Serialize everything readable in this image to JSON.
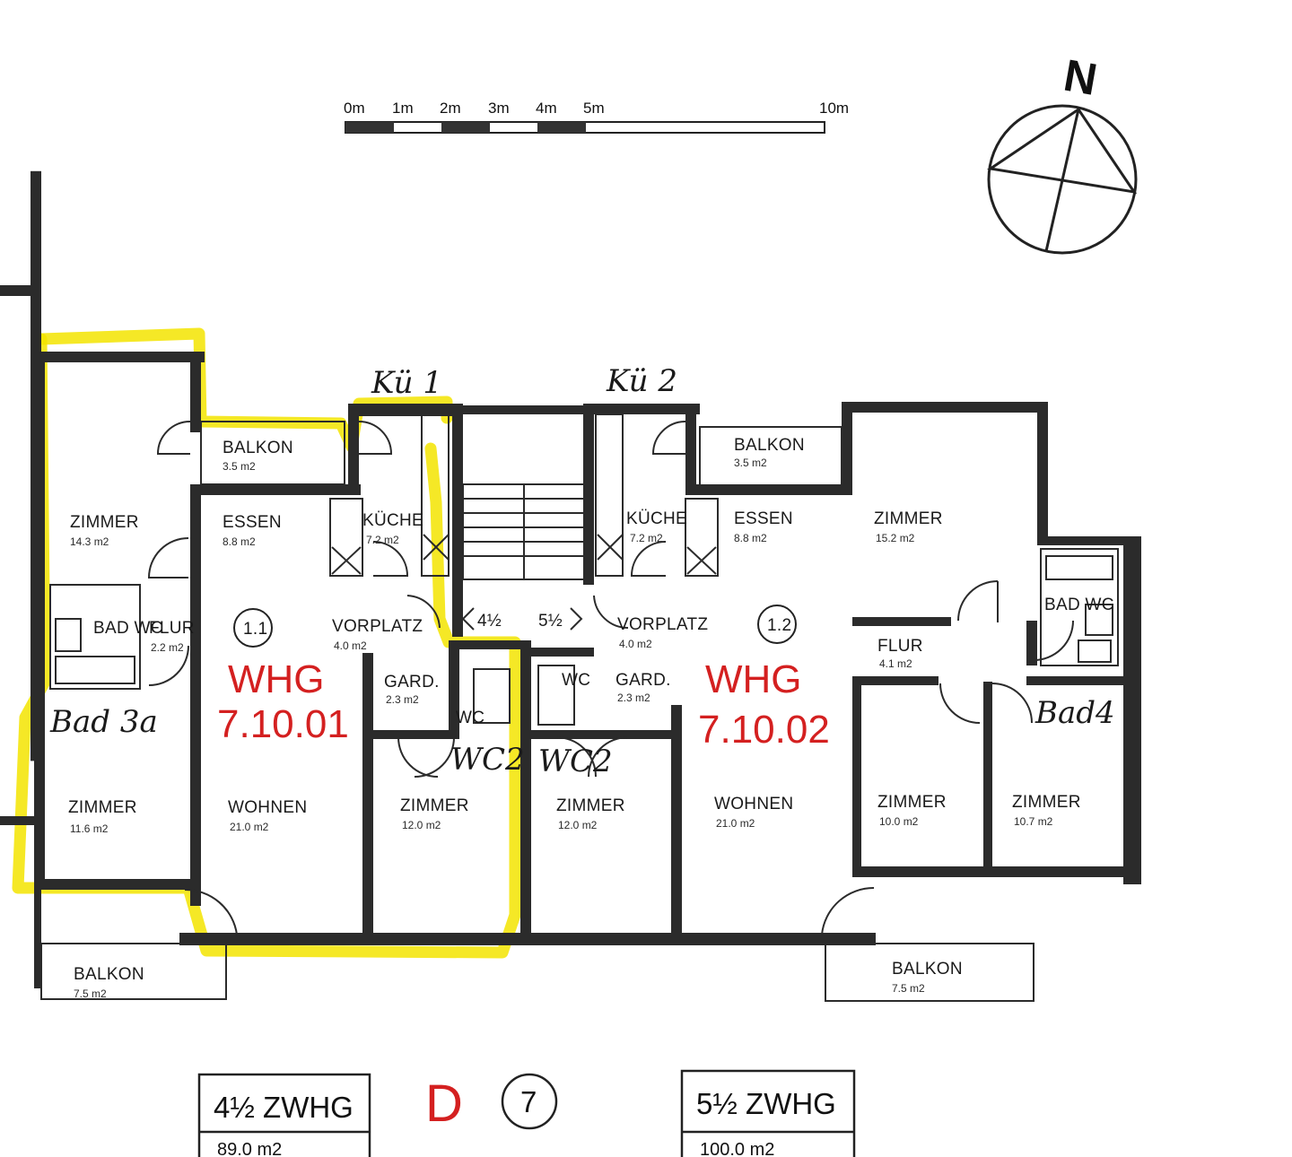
{
  "scale_bar": {
    "ticks": [
      "0m",
      "1m",
      "2m",
      "3m",
      "4m",
      "5m",
      "10m"
    ]
  },
  "north": {
    "label": "N"
  },
  "handwritten": {
    "kitchen_1": "Kü 1",
    "kitchen_2": "Kü 2",
    "bath_3a": "Bad 3a",
    "bath_4": "Bad4",
    "wc2_left": "WC2",
    "wc2_right": "WC2"
  },
  "units": {
    "left": {
      "number": "1.1",
      "red_tag_line1": "WHG",
      "red_tag_line2": "7.10.01",
      "rooms": {
        "zimmer_top": {
          "name": "ZIMMER",
          "area": "14.3 m2"
        },
        "balkon_top": {
          "name": "BALKON",
          "area": "3.5 m2"
        },
        "essen": {
          "name": "ESSEN",
          "area": "8.8 m2"
        },
        "kueche": {
          "name": "KÜCHE",
          "area": "7.2 m2"
        },
        "bad": {
          "name": "BAD WC"
        },
        "flur": {
          "name": "FLUR",
          "area": "2.2 m2"
        },
        "vorplatz": {
          "name": "VORPLATZ",
          "area": "4.0 m2"
        },
        "gard": {
          "name": "GARD.",
          "area": "2.3 m2"
        },
        "wc": {
          "name": "WC"
        },
        "zimmer_bottom": {
          "name": "ZIMMER",
          "area": "11.6 m2"
        },
        "wohnen": {
          "name": "WOHNEN",
          "area": "21.0 m2"
        },
        "zimmer_mid": {
          "name": "ZIMMER",
          "area": "12.0 m2"
        },
        "balkon_bottom": {
          "name": "BALKON",
          "area": "7.5 m2"
        }
      }
    },
    "right": {
      "number": "1.2",
      "red_tag_line1": "WHG",
      "red_tag_line2": "7.10.02",
      "rooms": {
        "balkon_top": {
          "name": "BALKON",
          "area": "3.5 m2"
        },
        "kueche": {
          "name": "KÜCHE",
          "area": "7.2 m2"
        },
        "essen": {
          "name": "ESSEN",
          "area": "8.8 m2"
        },
        "zimmer_top": {
          "name": "ZIMMER",
          "area": "15.2 m2"
        },
        "vorplatz": {
          "name": "VORPLATZ",
          "area": "4.0 m2"
        },
        "bad": {
          "name": "BAD WC"
        },
        "flur": {
          "name": "FLUR",
          "area": "4.1 m2"
        },
        "wc": {
          "name": "WC"
        },
        "gard": {
          "name": "GARD.",
          "area": "2.3 m2"
        },
        "zimmer_mid": {
          "name": "ZIMMER",
          "area": "12.0 m2"
        },
        "wohnen": {
          "name": "WOHNEN",
          "area": "21.0 m2"
        },
        "zimmer_a": {
          "name": "ZIMMER",
          "area": "10.0 m2"
        },
        "zimmer_b": {
          "name": "ZIMMER",
          "area": "10.7 m2"
        },
        "balkon_bottom": {
          "name": "BALKON",
          "area": "7.5 m2"
        }
      }
    }
  },
  "stair": {
    "left_mark": "4½",
    "right_mark": "5½"
  },
  "legend": {
    "left_box": {
      "title": "4½ ZWHG",
      "area": "89.0 m2"
    },
    "center_letter": "D",
    "center_number": "7",
    "right_box": {
      "title": "5½ ZWHG",
      "area": "100.0 m2"
    }
  }
}
